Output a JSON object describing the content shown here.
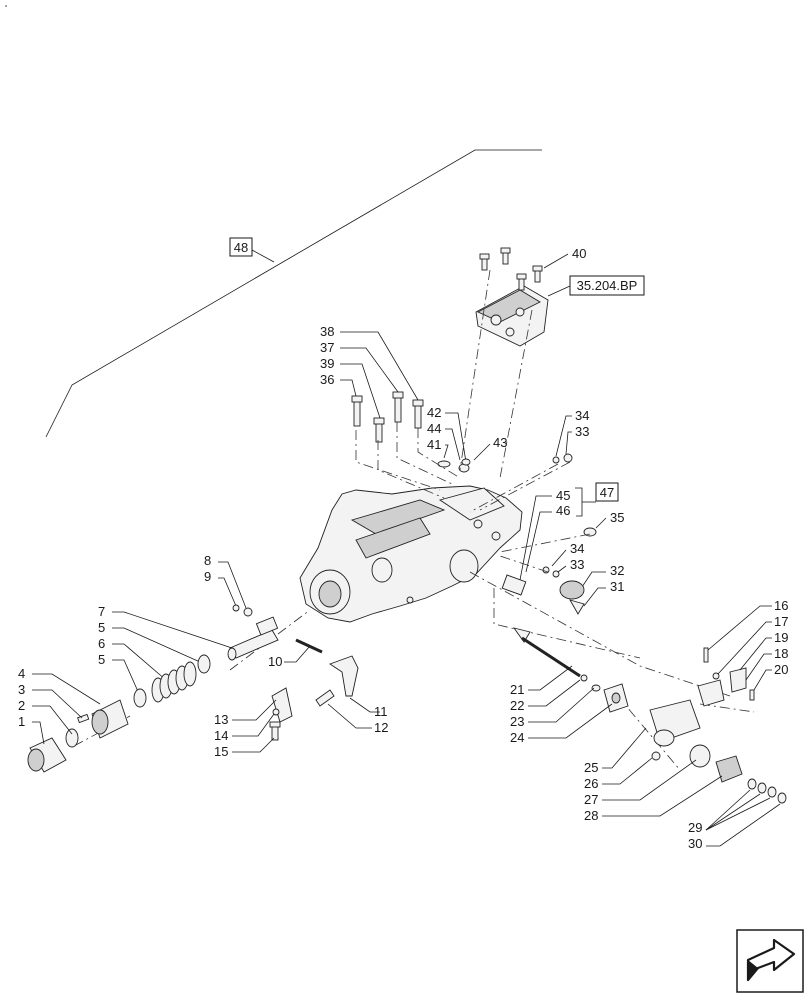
{
  "ref_boxes": {
    "assembly_48": "48",
    "assembly_47": "47",
    "section_ref": "35.204.BP"
  },
  "callouts": {
    "n1": "1",
    "n2": "2",
    "n3": "3",
    "n4": "4",
    "n5a": "5",
    "n5b": "5",
    "n6": "6",
    "n7": "7",
    "n8": "8",
    "n9": "9",
    "n10": "10",
    "n11": "11",
    "n12": "12",
    "n13": "13",
    "n14": "14",
    "n15": "15",
    "n16": "16",
    "n17": "17",
    "n18": "18",
    "n19": "19",
    "n20": "20",
    "n21": "21",
    "n22": "22",
    "n23": "23",
    "n24": "24",
    "n25": "25",
    "n26": "26",
    "n27": "27",
    "n28": "28",
    "n29": "29",
    "n30": "30",
    "n31": "31",
    "n32": "32",
    "n33a": "33",
    "n33b": "33",
    "n34a": "34",
    "n34b": "34",
    "n35": "35",
    "n36": "36",
    "n37": "37",
    "n38": "38",
    "n39": "39",
    "n40": "40",
    "n41": "41",
    "n42": "42",
    "n43": "43",
    "n44": "44",
    "n45": "45",
    "n46": "46"
  },
  "icons": {
    "nav": "next-page-arrow-icon"
  }
}
